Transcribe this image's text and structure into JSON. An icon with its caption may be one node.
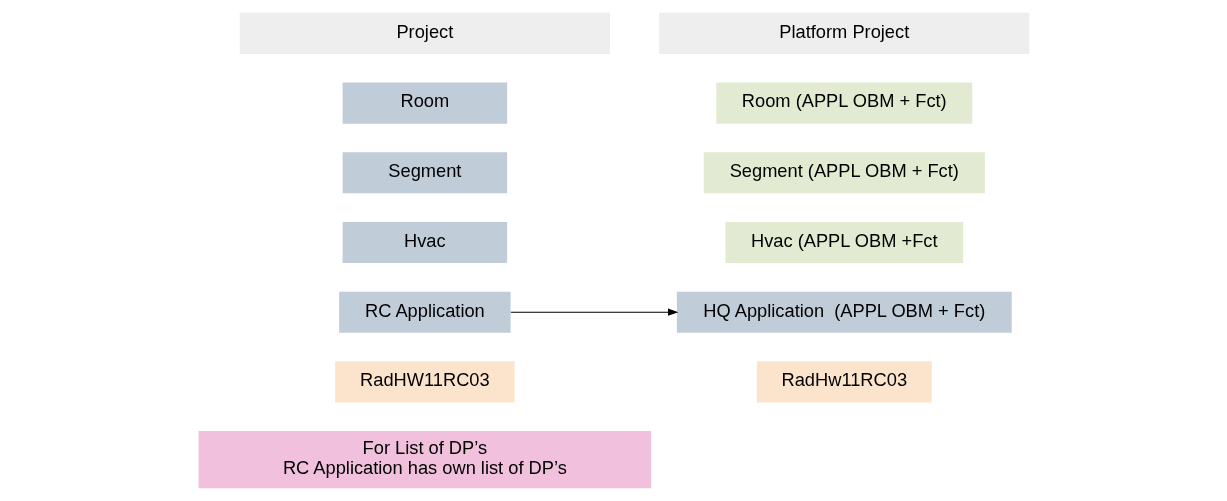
{
  "diagram": {
    "nodes": [
      {
        "text": [
          "Project"
        ]
      },
      {
        "text": [
          "Platform Project"
        ]
      },
      {
        "text": [
          "Room"
        ]
      },
      {
        "text": [
          "Segment"
        ]
      },
      {
        "text": [
          "Hvac"
        ]
      },
      {
        "text": [
          "RC Application"
        ]
      },
      {
        "text": [
          "RadHW11RC03"
        ]
      },
      {
        "text": [
          "Room (APPL OBM + Fct)"
        ]
      },
      {
        "text": [
          "Segment (APPL OBM + Fct)"
        ]
      },
      {
        "text": [
          "Hvac (APPL OBM +Fct"
        ]
      },
      {
        "text": [
          "HQ Application  (APPL OBM + Fct)"
        ]
      },
      {
        "text": [
          "RadHw11RC03"
        ]
      },
      {
        "text": [
          "For List of DP’s",
          "RC Application has own list of DP’s"
        ]
      }
    ],
    "edges": [
      {
        "from": 5,
        "to": 10,
        "arrow": "to"
      }
    ]
  }
}
